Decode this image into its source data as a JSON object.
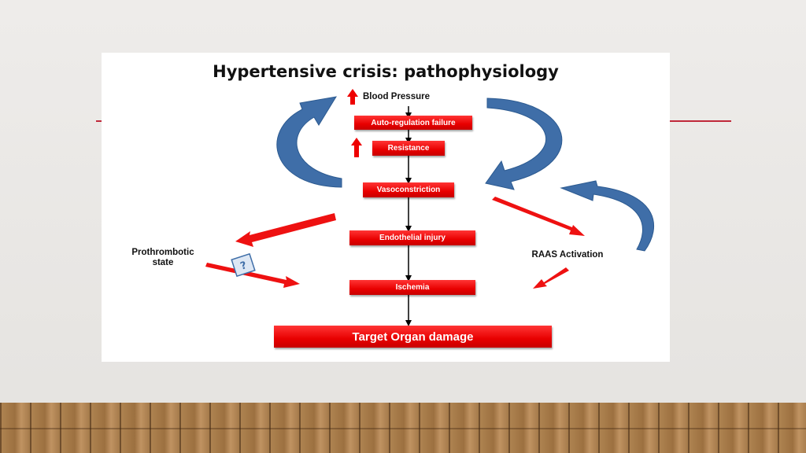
{
  "diagram": {
    "title": "Hypertensive crisis: pathophysiology",
    "start_label": "Blood Pressure",
    "nodes": {
      "autoregulation": "Auto-regulation failure",
      "resistance": "Resistance",
      "vasoconstriction": "Vasoconstriction",
      "endothelial": "Endothelial injury",
      "ischemia": "Ischemia",
      "target": "Target Organ damage"
    },
    "side_labels": {
      "prothrombotic": "Prothrombotic\nstate",
      "raas": "RAAS Activation"
    },
    "question_mark": "?",
    "colors": {
      "node_red": "#e80000",
      "loop_blue": "#3f6ea8",
      "rule_red": "#c0283a"
    }
  }
}
